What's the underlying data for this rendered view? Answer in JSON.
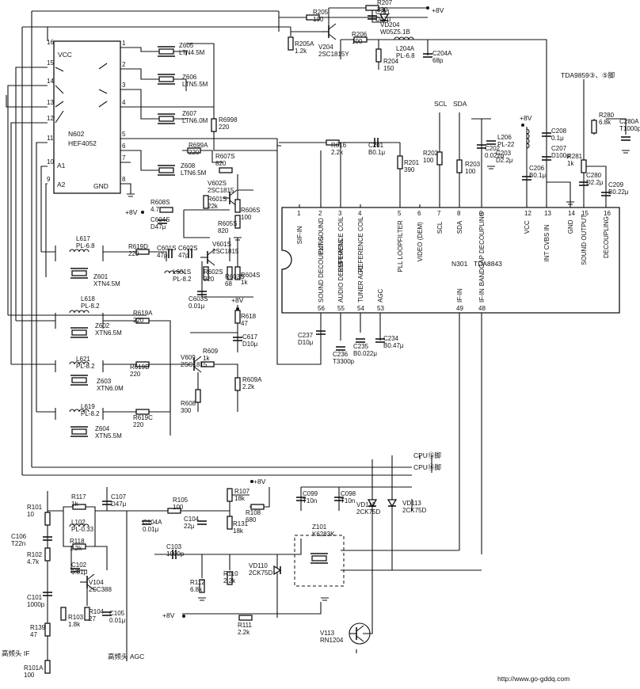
{
  "ics": {
    "n602": {
      "ref": "N602",
      "part": "HEF4052",
      "vcc": "VCC",
      "gnd": "GND",
      "a1": "A1",
      "a2": "A2",
      "pins": [
        "16",
        "15",
        "14",
        "13",
        "12",
        "11",
        "10",
        "9",
        "1",
        "2",
        "3",
        "4",
        "5",
        "6",
        "7",
        "8"
      ]
    },
    "n301": {
      "ref": "N301",
      "part": "TDA8843"
    }
  },
  "n301_top": [
    {
      "num": "1",
      "name": "SIF-IN"
    },
    {
      "num": "2",
      "name": "EXT SOUND"
    },
    {
      "num": "3",
      "name": "REFERENCE COIL"
    },
    {
      "num": "4",
      "name": "REFERENCE COIL"
    },
    {
      "num": "5",
      "name": "PLL LOOPFILTER"
    },
    {
      "num": "6",
      "name": "VIDEO (DEM)"
    },
    {
      "num": "7",
      "name": "SCL"
    },
    {
      "num": "8",
      "name": "SDA"
    },
    {
      "num": "9",
      "name": "BANDGAP DECOUPLING"
    },
    {
      "num": "12",
      "name": "VCC"
    },
    {
      "num": "13",
      "name": "INT CVBS IN"
    },
    {
      "num": "14",
      "name": "GND"
    },
    {
      "num": "15",
      "name": "SOUND OUTPUT"
    },
    {
      "num": "16",
      "name": "DECOUPLING"
    }
  ],
  "n301_bottom": [
    {
      "num": "56",
      "name": "SOUND DECOUPLING"
    },
    {
      "num": "55",
      "name": "AUDIO DEEMPHASIS"
    },
    {
      "num": "54",
      "name": "TUNER AGC"
    },
    {
      "num": "53",
      "name": "AGC"
    },
    {
      "num": "49",
      "name": "IF-IN"
    },
    {
      "num": "48",
      "name": "IF-IN"
    }
  ],
  "nets": {
    "plus8v": "+8V",
    "scl": "SCL",
    "sda": "SDA",
    "tda9859": "TDA9859③、⑤脚",
    "cpu15": "CPU⑮脚",
    "cpu16": "CPU⑯脚",
    "tuner_if": "高频头 IF",
    "tuner_agc": "高频头 AGC"
  },
  "components": {
    "r207": [
      "R207",
      "330"
    ],
    "r205": [
      "R205",
      "100"
    ],
    "c211": [
      "C211",
      "D47μ"
    ],
    "vd204": [
      "VD204",
      "W05Z5.1B"
    ],
    "r205a": [
      "R205A",
      "1.2k"
    ],
    "v204": [
      "V204",
      "2SC1815Y"
    ],
    "r206": [
      "R206",
      "100"
    ],
    "r204": [
      "R204",
      "150"
    ],
    "l204a": [
      "L204A",
      "PL-6.8"
    ],
    "c204a": [
      "C204A",
      "68p"
    ],
    "z605": [
      "Z605",
      "LTN4.5M"
    ],
    "z606": [
      "Z606",
      "LTN5.5M"
    ],
    "z607": [
      "Z607",
      "LTN6.0M"
    ],
    "r6998": [
      "R6998",
      "220"
    ],
    "r699a": [
      "R699A",
      "220"
    ],
    "r607s": [
      "R607S",
      "820"
    ],
    "z608": [
      "Z608",
      "LTN6.5M"
    ],
    "r616": [
      "R616",
      "2.2k"
    ],
    "c201": [
      "C201",
      "B0.1μ"
    ],
    "r201": [
      "R201",
      "390"
    ],
    "r202": [
      "R202",
      "100"
    ],
    "r203": [
      "R203",
      "100"
    ],
    "c202": [
      "C202",
      "0.022μ"
    ],
    "c203": [
      "C203",
      "D2.2μ"
    ],
    "l206": [
      "L206",
      "PL-22"
    ],
    "c208": [
      "C208",
      "0.1μ"
    ],
    "c207": [
      "C207",
      "D100μ"
    ],
    "c206": [
      "C206",
      "B0.1μ"
    ],
    "r281": [
      "R281",
      "1k"
    ],
    "r280": [
      "R280",
      "6.8k"
    ],
    "c280a": [
      "C280A",
      "T1000p"
    ],
    "c280": [
      "C280",
      "D2.2μ"
    ],
    "c209": [
      "C209",
      "B0.22μ"
    ],
    "v602s": [
      "V602S",
      "2SC1815"
    ],
    "r601s": [
      "R601S",
      "22k"
    ],
    "r608s": [
      "R608S",
      "4.7"
    ],
    "c604s": [
      "C604S",
      "D47μ"
    ],
    "r605s": [
      "R605S",
      "820"
    ],
    "r606s": [
      "R606S",
      "100"
    ],
    "l617": [
      "L617",
      "PL-6.8"
    ],
    "r619d": [
      "R619D",
      "220"
    ],
    "z601": [
      "Z601",
      "XTN4.5M"
    ],
    "c601s": [
      "C601S",
      "47p"
    ],
    "c602s": [
      "C602S",
      "47p"
    ],
    "l601s": [
      "L601S",
      "PL-8.2"
    ],
    "r602s": [
      "R602S",
      "220"
    ],
    "v601s": [
      "V601S",
      "2SC1815"
    ],
    "r603s": [
      "R603S",
      "68"
    ],
    "r604s": [
      "R604S",
      "1k"
    ],
    "c603s": [
      "C603S",
      "0.01μ"
    ],
    "l618": [
      "L618",
      "PL-8.2"
    ],
    "r619a": [
      "R619A",
      "220"
    ],
    "z602": [
      "Z602",
      "XTN6.5M"
    ],
    "r618": [
      "R618",
      "47"
    ],
    "c617": [
      "C617",
      "D10μ"
    ],
    "v609": [
      "V609",
      "2SC1815"
    ],
    "r609": [
      "R609",
      "1k"
    ],
    "r609a": [
      "R609A",
      "2.2k"
    ],
    "l621": [
      "L621",
      "PL-8.2"
    ],
    "r619b": [
      "R619B",
      "220"
    ],
    "z603": [
      "Z603",
      "XTN6.0M"
    ],
    "r608": [
      "R608",
      "300"
    ],
    "l619": [
      "L619",
      "PL-8.2"
    ],
    "r619c": [
      "R619C",
      "220"
    ],
    "z604": [
      "Z604",
      "XTN5.5M"
    ],
    "c237": [
      "C237",
      "D10μ"
    ],
    "c236": [
      "C236",
      "T3300p"
    ],
    "c235": [
      "C235",
      "B0.022μ"
    ],
    "c234": [
      "C234",
      "B0.47μ"
    ],
    "r101": [
      "R101",
      "10"
    ],
    "r117": [
      "R117",
      "1k"
    ],
    "c107": [
      "C107",
      "D47μ"
    ],
    "r105": [
      "R105",
      "100"
    ],
    "r107": [
      "R107",
      "18k"
    ],
    "l102": [
      "L102",
      "PL-0.33"
    ],
    "c106": [
      "C106",
      "T22n"
    ],
    "r102": [
      "R102",
      "4.7k"
    ],
    "r118": [
      "R118",
      "1.2k"
    ],
    "c104a": [
      "C104A",
      "0.01μ"
    ],
    "c104": [
      "C104",
      "22μ"
    ],
    "r108": [
      "R108",
      "680"
    ],
    "r131": [
      "R131",
      "18k"
    ],
    "c099": [
      "C099",
      "T10n"
    ],
    "c098": [
      "C098",
      "T10n"
    ],
    "vd112": [
      "VD112",
      "2CK75D"
    ],
    "vd113": [
      "VD113",
      "2CK75D"
    ],
    "z101": [
      "Z101",
      "K6283K"
    ],
    "c103": [
      "C103",
      "1000p"
    ],
    "c102": [
      "C102",
      "0.01μ"
    ],
    "v104": [
      "V104",
      "2SC388"
    ],
    "r112": [
      "R112",
      "6.8k"
    ],
    "r110": [
      "R110",
      "2.2k"
    ],
    "vd110": [
      "VD110",
      "2CK75D"
    ],
    "c101": [
      "C101",
      "1000p"
    ],
    "r103": [
      "R103",
      "1.8k"
    ],
    "r104": [
      "R104",
      "27"
    ],
    "c105": [
      "C105",
      "0.01μ"
    ],
    "r139": [
      "R139",
      "47"
    ],
    "r111": [
      "R111",
      "2.2k"
    ],
    "v113": [
      "V113",
      "RN1204"
    ],
    "r101a": [
      "R101A",
      "100"
    ]
  },
  "watermark": "http://www.go-gddq.com"
}
